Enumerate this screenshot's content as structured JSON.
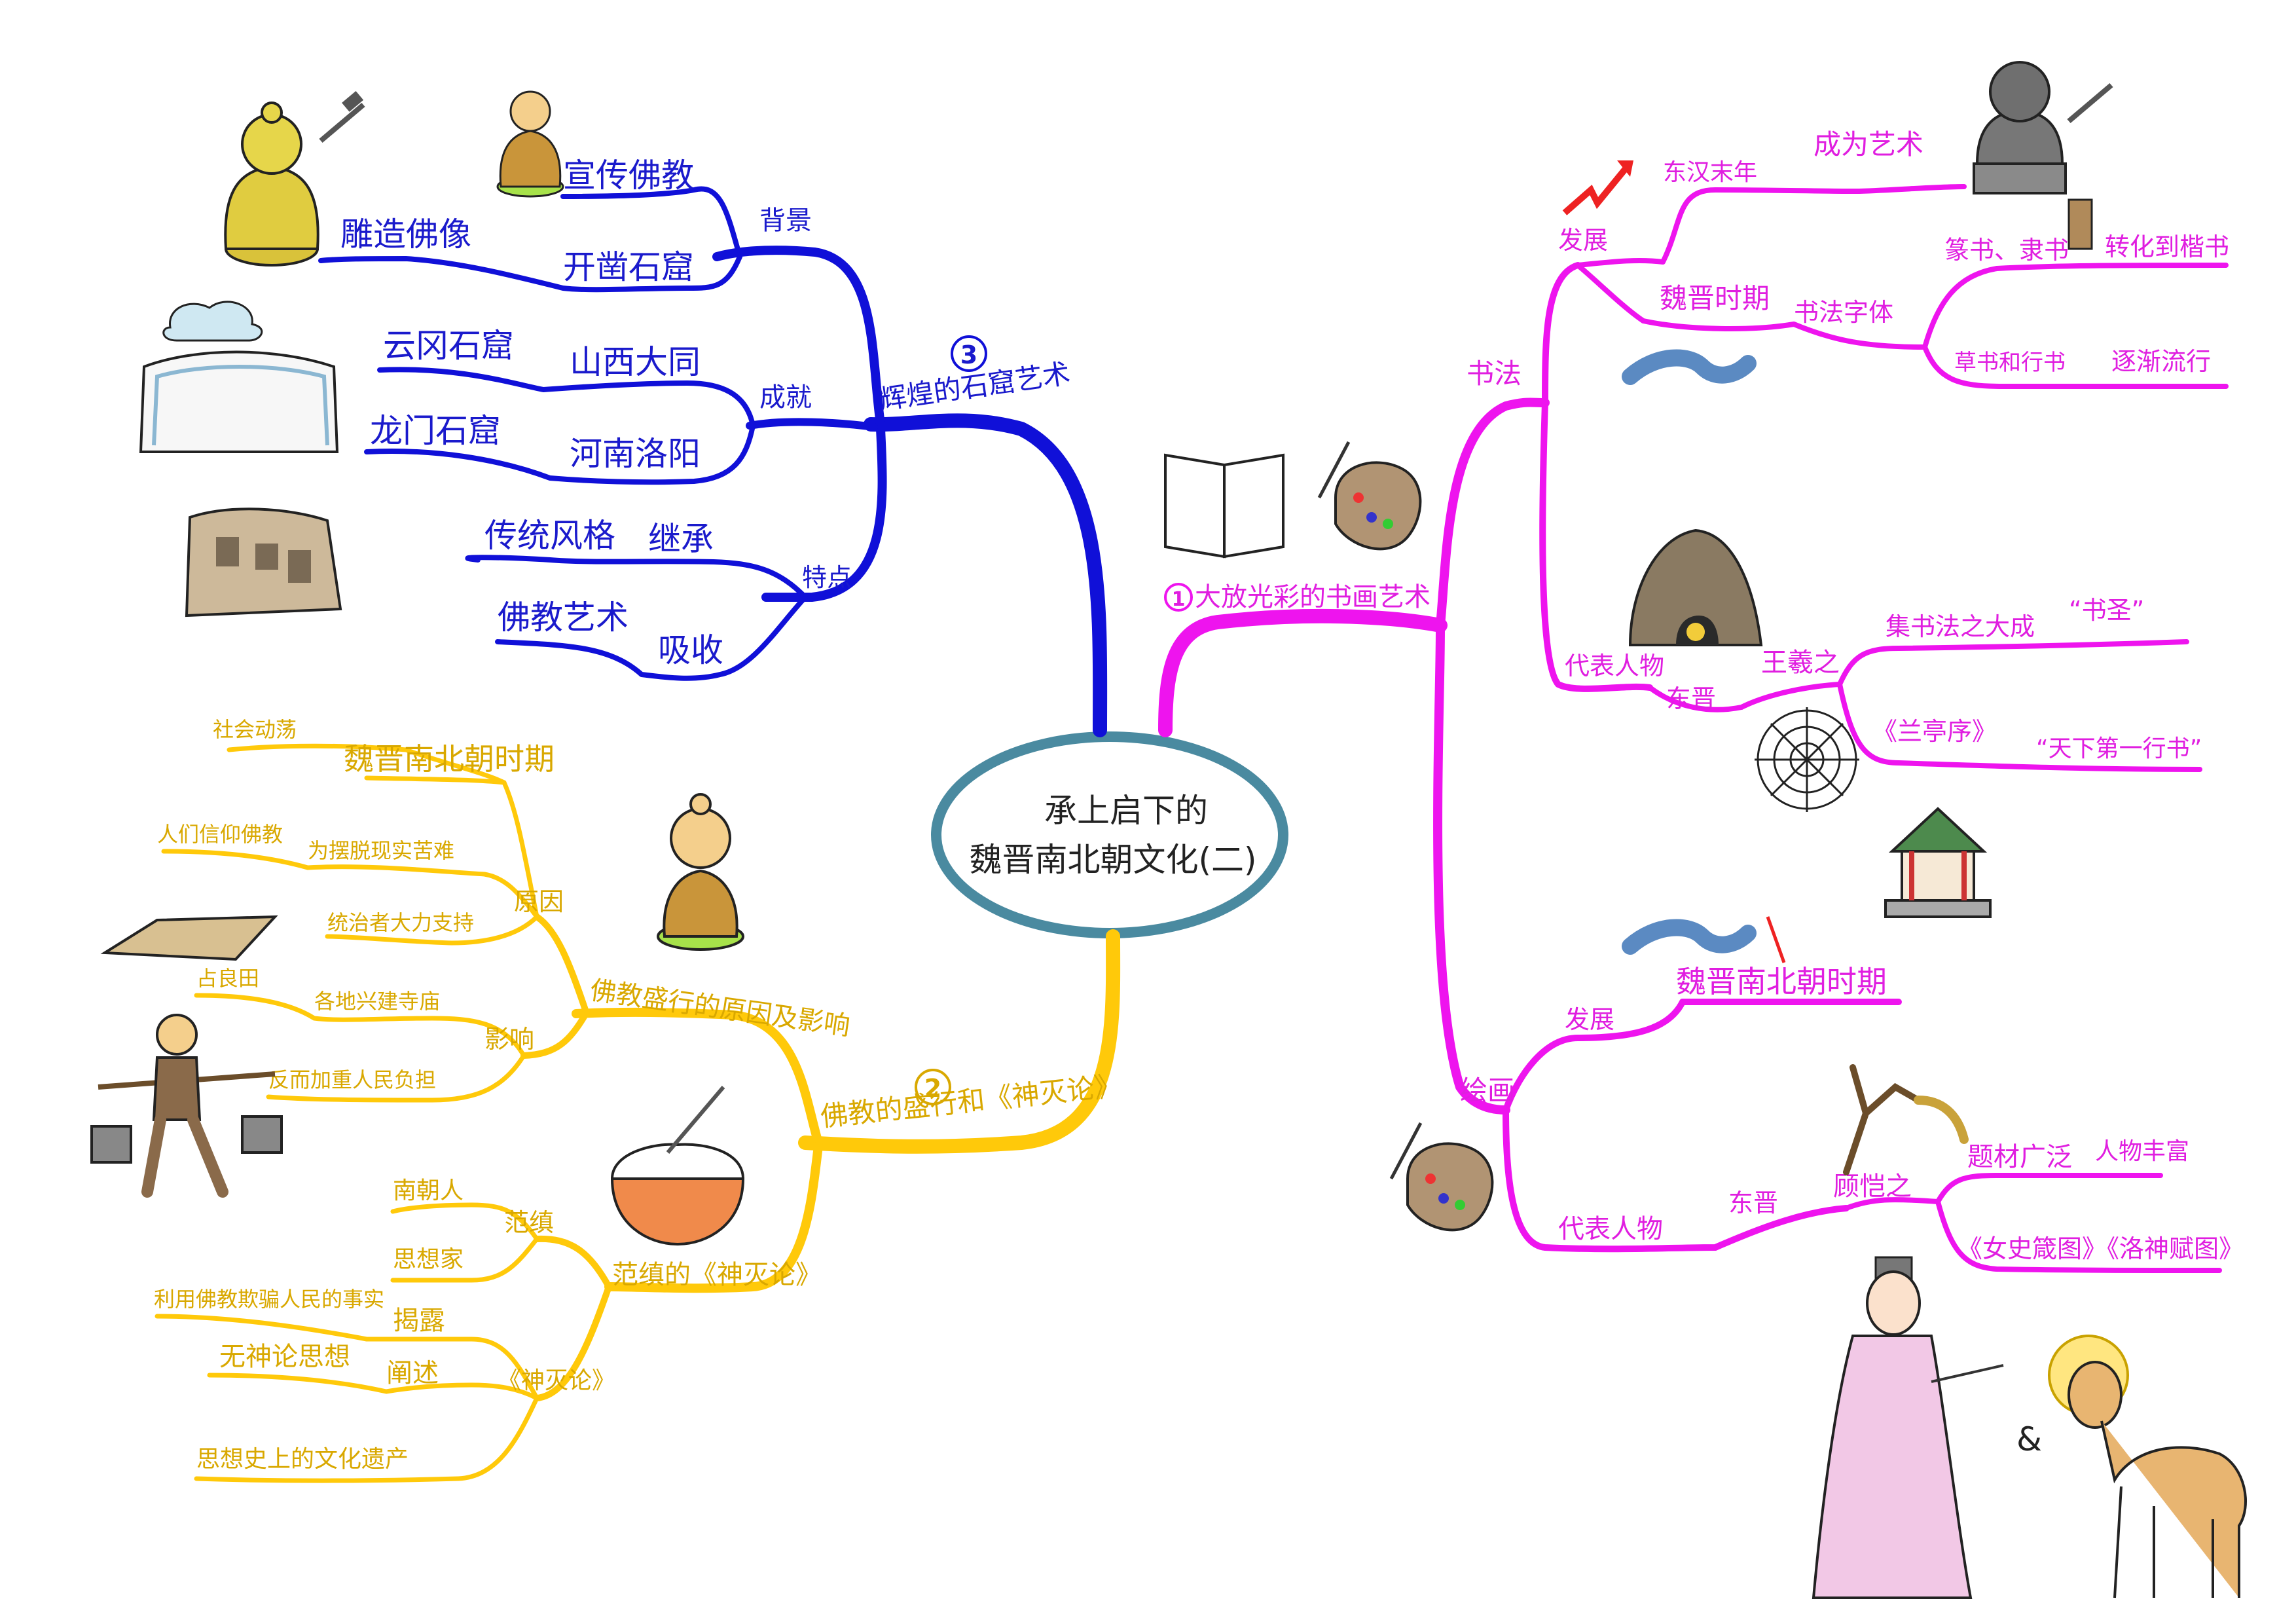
{
  "center": {
    "line1": "承上启下的",
    "line2": "魏晋南北朝文化(二)"
  },
  "branch1": {
    "number": "1",
    "title": "大放光彩的书画艺术",
    "calligraphy": {
      "label": "书法",
      "development": {
        "label": "发展",
        "eastern_han": "东汉末年",
        "became_art": "成为艺术",
        "wei_jin": "魏晋时期",
        "script_forms": "书法字体",
        "seal_clerical": "篆书、隶书",
        "transform": "转化到楷书",
        "regular_running": "草书和行书",
        "popular": "逐渐流行"
      },
      "representative": {
        "label": "代表人物",
        "dynasty": "东晋",
        "person": "王羲之",
        "collect": "集书法之大成",
        "saint": "“书圣”",
        "work": "《兰亭序》",
        "best": "“天下第一行书”"
      }
    },
    "painting": {
      "label": "绘画",
      "development": {
        "label": "发展",
        "period": "魏晋南北朝时期"
      },
      "representative": {
        "label": "代表人物",
        "dynasty": "东晋",
        "person": "顾恺之",
        "themes": "题材广泛",
        "rich": "人物丰富",
        "works": "《女史箴图》《洛神赋图》"
      },
      "ampersand": "&"
    }
  },
  "branch2": {
    "number": "2",
    "title": "佛教的盛行和《神灭论》",
    "cause_effect": {
      "title": "佛教盛行的原因及影响",
      "cause": {
        "label": "原因",
        "period": "魏晋南北朝时期",
        "unrest": "社会动荡",
        "believe": "人们信仰佛教",
        "escape": "为摆脱现实苦难",
        "support": "统治者大力支持"
      },
      "impact": {
        "label": "影响",
        "land": "占良田",
        "temples": "各地兴建寺庙",
        "burden": "反而加重人民负担"
      }
    },
    "fanzhen": {
      "title": "范缜的《神灭论》",
      "person": {
        "label": "范缜",
        "southern": "南朝人",
        "thinker": "思想家"
      },
      "book": {
        "label": "《神灭论》",
        "expose": "揭露",
        "expose_detail": "利用佛教欺骗人民的事实",
        "explain": "阐述",
        "explain_detail": "无神论思想",
        "legacy": "思想史上的文化遗产"
      }
    }
  },
  "branch3": {
    "number": "3",
    "title": "辉煌的石窟艺术",
    "background": {
      "label": "背景",
      "spread": "宣传佛教",
      "dig": "开凿石窟",
      "carve": "雕造佛像"
    },
    "achievement": {
      "label": "成就",
      "shanxi": "山西大同",
      "yungang": "云冈石窟",
      "henan": "河南洛阳",
      "longmen": "龙门石窟"
    },
    "feature": {
      "label": "特点",
      "inherit": "继承",
      "tradition": "传统风格",
      "absorb": "吸收",
      "buddhist_art": "佛教艺术"
    }
  },
  "colors": {
    "branch1": "#ee14ee",
    "branch2": "#ffc90a",
    "branch3": "#1010d8",
    "center_ring": "#4a8aa0"
  },
  "icons": [
    "buddha-statue-icon",
    "hammer-chisel-icon",
    "cloud-cave-icon",
    "grotto-icon",
    "book-icon",
    "palette-icon",
    "zigzag-arrow-icon",
    "bust-statue-icon",
    "brush-stroke-icon",
    "cave-icon",
    "spiderweb-icon",
    "pavilion-icon",
    "tree-icon",
    "lady-figure-icon",
    "camel-icon",
    "rice-bowl-icon",
    "porter-icon",
    "field-icon",
    "needle-icon"
  ]
}
